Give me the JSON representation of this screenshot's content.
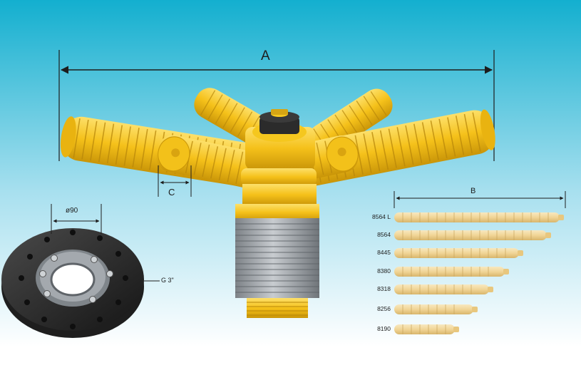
{
  "dimensions": {
    "a": "A",
    "b": "B",
    "c": "C",
    "diameter": "ø90",
    "thread": "G 3\""
  },
  "models": [
    "8564 L",
    "8564",
    "8445",
    "8380",
    "8318",
    "8256",
    "8190"
  ],
  "colors": {
    "background_top": "#13afcf",
    "background_bottom": "#ffffff",
    "body_yellow": "#f7c81b",
    "collector_grey": "#9ea3a8",
    "lateral_cream": "#f3dda3",
    "flange_black": "#2b2b2b"
  }
}
